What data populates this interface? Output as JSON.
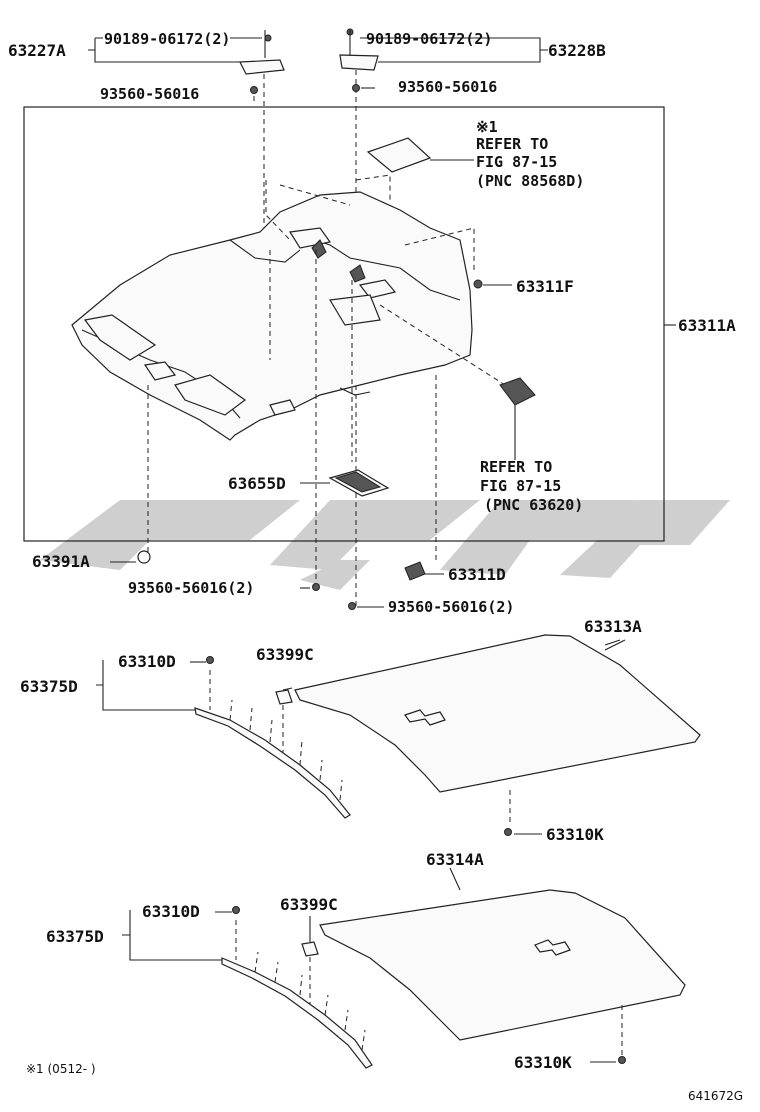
{
  "watermark": {
    "color": "#c7c7c7"
  },
  "labels": {
    "l_63227A": "63227A",
    "l_90189_a": "90189-06172(2)",
    "l_90189_b": "90189-06172(2)",
    "l_63228B": "63228B",
    "l_93560_a": "93560-56016",
    "l_93560_b": "93560-56016",
    "l_refer1_a": "※1",
    "l_refer1_b": "REFER TO",
    "l_refer1_c": "FIG 87-15",
    "l_refer1_d": "(PNC 88568D)",
    "l_63311F": "63311F",
    "l_63311A": "63311A",
    "l_refer2_a": "REFER TO",
    "l_refer2_b": "FIG 87-15",
    "l_refer2_c": "(PNC 63620)",
    "l_63655D": "63655D",
    "l_63391A": "63391A",
    "l_93560_2a": "93560-56016(2)",
    "l_63311D": "63311D",
    "l_93560_2b": "93560-56016(2)",
    "l_63313A": "63313A",
    "l_63310D_a": "63310D",
    "l_63399C_a": "63399C",
    "l_63375D_a": "63375D",
    "l_63310K_a": "63310K",
    "l_63314A": "63314A",
    "l_63310D_b": "63310D",
    "l_63399C_b": "63399C",
    "l_63375D_b": "63375D",
    "l_63310K_b": "63310K",
    "footnote": "※1 (0512-       )",
    "figure_code": "641672G"
  }
}
